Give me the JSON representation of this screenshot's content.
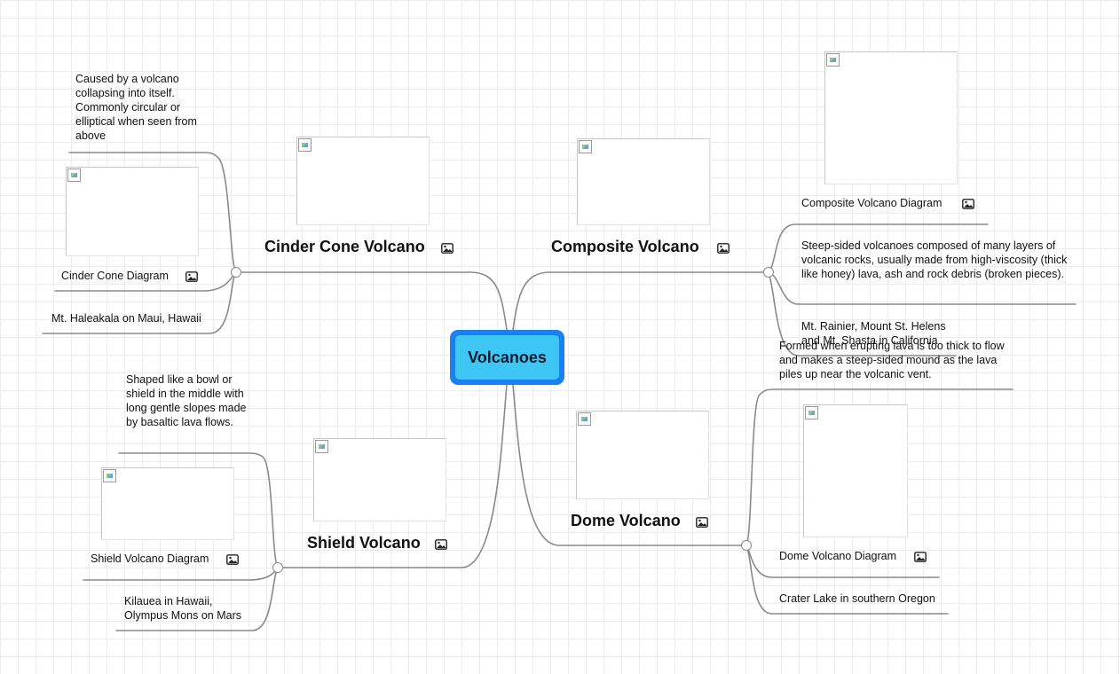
{
  "center": {
    "title": "Volcanoes"
  },
  "branches": {
    "cinder": {
      "title": "Cinder Cone Volcano",
      "description": "Caused by a volcano collapsing into itself. Commonly circular or elliptical when seen from above",
      "diagram_label": "Cinder Cone Diagram",
      "example": "Mt. Haleakala on Maui, Hawaii"
    },
    "composite": {
      "title": "Composite Volcano",
      "diagram_label": "Composite Volcano Diagram",
      "description": "Steep-sided volcanoes composed of many layers of volcanic rocks, usually made from high-viscosity (thick like honey) lava, ash and rock debris (broken pieces).",
      "example": "Mt. Rainier, Mount St. Helens and Mt. Shasta in California"
    },
    "shield": {
      "title": "Shield Volcano",
      "description": "Shaped like a bowl or shield in the middle with long gentle slopes made by basaltic lava flows.",
      "diagram_label": "Shield Volcano Diagram",
      "example": "Kilauea in Hawaii, Olympus Mons on Mars"
    },
    "dome": {
      "title": "Dome Volcano",
      "description": "Formed when erupting lava is too thick to flow and makes a steep-sided mound as the lava piles up near the volcanic vent.",
      "diagram_label": "Dome Volcano Diagram",
      "example": "Crater Lake in southern Oregon"
    }
  },
  "icons": {
    "image": "image-icon",
    "broken_image": "broken-image-icon",
    "collapse_knob": "collapse-knob"
  },
  "colors": {
    "center_border": "#1a82f0",
    "center_fill": "#3ec6f5",
    "connector": "#8a8a8a",
    "grid": "#ececec"
  }
}
